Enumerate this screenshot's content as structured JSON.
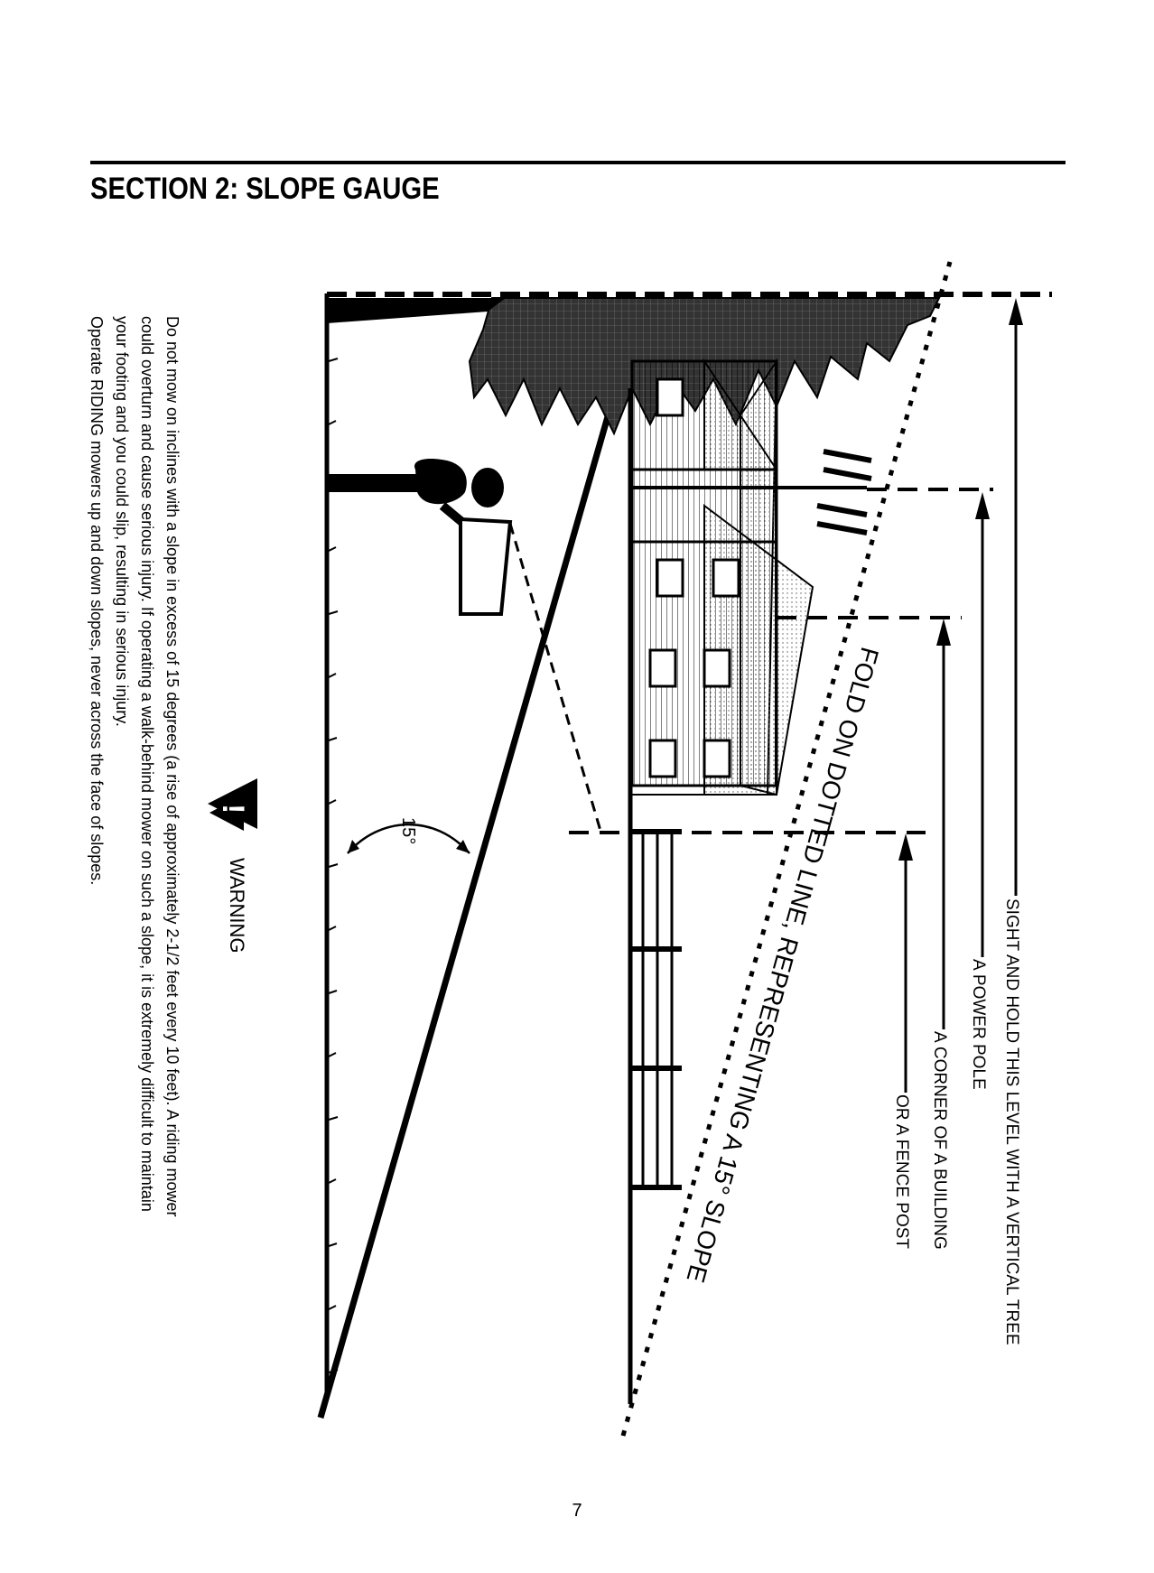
{
  "header": {
    "section_title": "SECTION 2:  SLOPE GAUGE"
  },
  "warning": {
    "title": "WARNING",
    "icon": "warning-triangle-icon",
    "lines": [
      "Do not mow on inclines with a slope in excess of 15 degrees (a rise of approximately 2-1/2 feet every 10 feet).  A riding mower",
      "could overturn and cause serious injury.  If operating a walk-behind mower on such a slope, it is extremely difficult to maintain",
      "your footing and you could slip, resulting in serious injury.",
      "Operate RIDING mowers up and down slopes, never across the face of slopes."
    ]
  },
  "diagram": {
    "angle_label": "15°",
    "fold_label": "FOLD ON DOTTED LINE, REPRESENTING A 15° SLOPE",
    "sight_labels": [
      "SIGHT AND HOLD THIS LEVEL WITH A VERTICAL TREE",
      "A POWER POLE",
      "A CORNER OF A BUILDING",
      "OR A FENCE POST"
    ]
  },
  "footer": {
    "page_number": "7"
  }
}
